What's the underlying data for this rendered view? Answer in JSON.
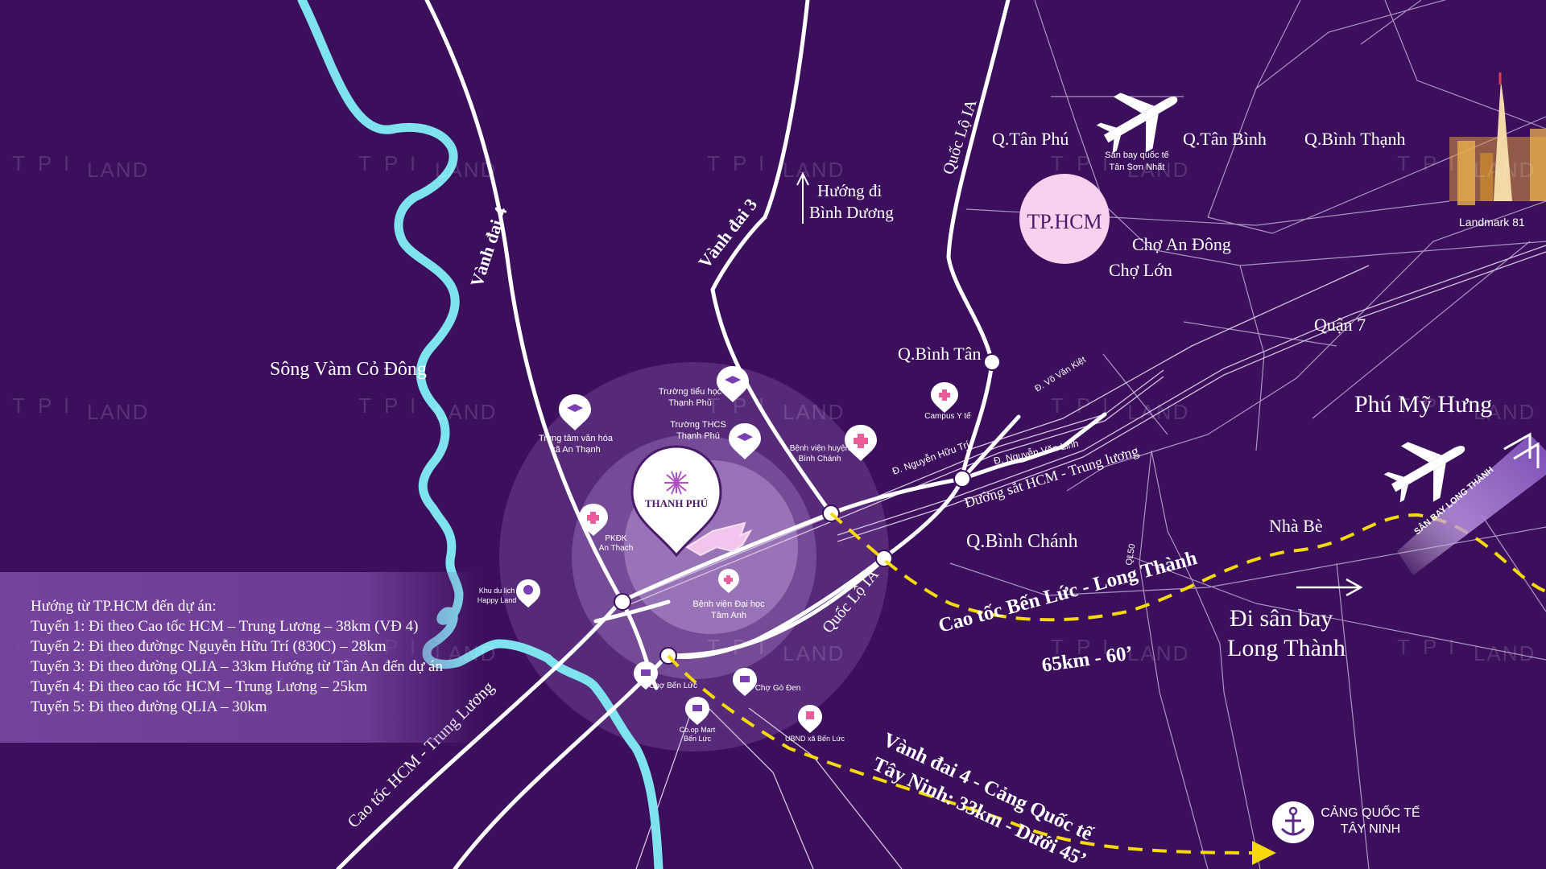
{
  "colors": {
    "background": "#3b0f5c",
    "river": "#7fe3ef",
    "road": "#ffffff",
    "route_dash": "#f5d90a",
    "hcm_circle": "#f7d1ee"
  },
  "watermark": {
    "brand_left": "T",
    "brand_mid": "P",
    "brand_right": "I",
    "suffix": "LAND"
  },
  "labels": {
    "vanh_dai_4": "Vành đai 4",
    "vanh_dai_3": "Vành đai 3",
    "quoc_lo_1a_top": "Quốc Lộ IA",
    "quoc_lo_1a_bottom": "Quốc Lộ IA",
    "huong_di_line1": "Hướng đi",
    "huong_di_line2": "Bình Dương",
    "song_vam_co": "Sông Vàm Cỏ Đông",
    "q_tan_phu": "Q.Tân Phú",
    "q_tan_binh": "Q.Tân Bình",
    "q_binh_thanh": "Q.Bình Thạnh",
    "san_bay_tsn_line1": "Sân bay quốc tế",
    "san_bay_tsn_line2": "Tân Sơn Nhất",
    "tp_hcm": "TP.HCM",
    "cho_an_dong": "Chợ An Đông",
    "cho_lon": "Chợ Lớn",
    "landmark81": "Landmark 81",
    "quan_7": "Quận 7",
    "q_binh_tan": "Q.Bình Tân",
    "d_vo_van_kiet": "Đ. Võ Văn Kiệt",
    "d_nguyen_huu_tri": "Đ. Nguyễn Hữu Trí",
    "d_nguyen_van_linh": "Đ. Nguyễn Văn Linh",
    "duong_sat": "Đường sắt HCM - Trung lương",
    "phu_my_hung": "Phú Mỹ Hưng",
    "q_binh_chanh": "Q.Bình Chánh",
    "nha_be": "Nhà Bè",
    "ql50": "QL50",
    "san_bay_long_thanh": "SÂN BAY LONG THÀNH",
    "cao_toc_ben_luc_line1": "Cao tốc Bến Lức - Long Thành",
    "cao_toc_ben_luc_line2": "65km - 60’",
    "di_san_bay_line1": "Đi sân bay",
    "di_san_bay_line2": "Long Thành",
    "vanh_dai_4_cang_line1": "Vành  đai 4 - Cảng Quốc tế",
    "vanh_dai_4_cang_line2": "Tây Ninh: 33km - Dưới 45’",
    "cang_line1": "CẢNG QUỐC TẾ",
    "cang_line2": "TÂY NINH",
    "cao_toc_hcm_trung_luong": "Cao tốc HCM - Trung Lương",
    "project_name": "THANH PHÚ"
  },
  "poi": {
    "truong_tieu_hoc_1": "Trường tiểu học",
    "truong_tieu_hoc_2": "Thạnh Phú",
    "trung_tam_1": "Trung tâm văn hóa",
    "trung_tam_2": "xã An Thạnh",
    "truong_thcs_1": "Trường THCS",
    "truong_thcs_2": "Thạnh Phú",
    "benh_vien_huyen_1": "Bệnh viện huyện",
    "benh_vien_huyen_2": "Bình Chánh",
    "campus_y_te": "Campus Y tế",
    "pkdk_1": "PKĐK",
    "pkdk_2": "An Thạch",
    "khu_du_lich_1": "Khu du lịch",
    "khu_du_lich_2": "Happy Land",
    "benh_vien_tam_anh_1": "Bệnh viện Đại học",
    "benh_vien_tam_anh_2": "Tâm Anh",
    "cho_ben_luc": "Chợ Bến Lức",
    "cho_go_den": "Chợ Gò Đen",
    "coop_1": "Co.op Mart",
    "coop_2": "Bến Lức",
    "ubnd_ben_luc": "UBND xã Bến Lức"
  },
  "routes_panel": {
    "heading": "Hướng từ TP.HCM đến dự án:",
    "lines": [
      "Tuyến 1: Đi theo Cao tốc HCM – Trung Lương – 38km (VĐ 4)",
      "Tuyến 2: Đi theo đườngc Nguyễn Hữu Trí (830C) – 28km",
      "Tuyến 3: Đi theo đường QLIA – 33km Hướng từ Tân An đến dự án",
      "Tuyến 4: Đi theo cao tốc HCM – Trung Lương – 25km",
      "Tuyến 5: Đi theo đường QLIA – 30km"
    ]
  }
}
